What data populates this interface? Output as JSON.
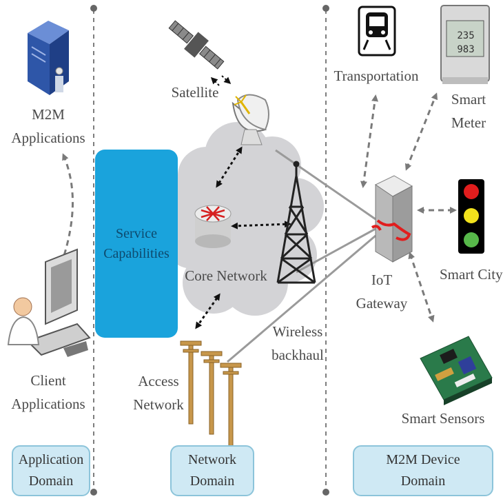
{
  "labels": {
    "m2m_apps": [
      "M2M",
      "Applications"
    ],
    "client_apps": [
      "Client",
      "Applications"
    ],
    "service": [
      "Service",
      "Capabilities"
    ],
    "satellite": "Satellite",
    "core_network": "Core Network",
    "access_network": [
      "Access",
      "Network"
    ],
    "wireless_backhaul": [
      "Wireless",
      "backhaul"
    ],
    "transportation": "Transportation",
    "smart_meter": [
      "Smart",
      "Meter"
    ],
    "iot_gateway": [
      "IoT",
      "Gateway"
    ],
    "smart_city": "Smart City",
    "smart_sensors": "Smart Sensors"
  },
  "domains": {
    "application": [
      "Application",
      "Domain"
    ],
    "network": [
      "Network",
      "Domain"
    ],
    "device": [
      "M2M Device",
      "Domain"
    ]
  },
  "meter_display": [
    "235",
    "983"
  ],
  "colors": {
    "service_box": "#1aa3dc",
    "domain_box": "#cfe9f4",
    "cloud": "#d3d3d6",
    "gateway_link": "#e11d1d",
    "traffic_red": "#e11d1d",
    "traffic_yellow": "#f2e21c",
    "traffic_green": "#57b84a"
  }
}
